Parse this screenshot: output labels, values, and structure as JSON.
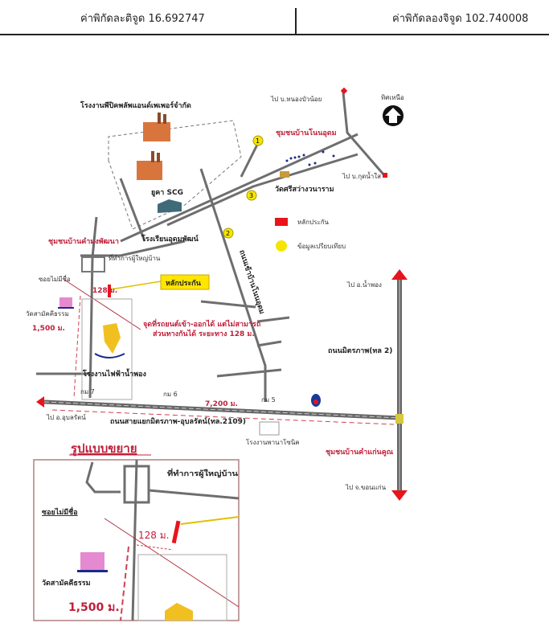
{
  "header": {
    "latitude_label": "ค่าพิกัดละติจูด 16.692747",
    "longitude_label": "ค่าพิกัดลองจิจูด 102.740008"
  },
  "map": {
    "north_label": "ทิศเหนือ",
    "factory_pulp": "โรงงานพีปิคพลัพแอนด์เพเพอร์จำกัด",
    "factory_scg": "ยูคา SCG",
    "to_nong_bua_noi": "ไป บ.หนองบัวน้อย",
    "community_non_udom": "ชุมชนบ้านโนนอุดม",
    "to_kut_nam_sai": "ไป บ.กุดน้ำใส",
    "temple_si_sawang": "วัดศรีสว่างวนาราม",
    "school": "โรงเรียนอุดมพัฒน์",
    "community_kham_mong": "ชุมชนบ้านคำมงพัฒนา",
    "village_office": "ที่ทำการผู้ใหญ่บ้าน",
    "unnamed_soi": "ซอยไม่มีชื่อ",
    "collateral_callout": "หลักประกัน",
    "dist_128": "128 ม.",
    "temple_samakkhi": "วัดสามัคคีธรรม",
    "dist_1500": "1,500 ม.",
    "note_line1": "จุดที่รถยนต์เข้า-ออกได้ แต่ไม่สามารถ",
    "note_line2": "ส่วนทางกันได้ ระยะทาง 128 ม.",
    "power_plant": "โรงงานไฟฟ้าน้ำพอง",
    "road_non_udom": "ถนนเข้าบ้านโนนอุดม",
    "km7": "กม 7",
    "km6": "กม 6",
    "km5": "กม 5",
    "dist_7200": "7,200 ม.",
    "to_ubolratana": "ไป อ.อุบลรัตน์",
    "road_2109": "ถนนสายแยกมิตรภาพ-อุบลรัตน์(ทล.2109)",
    "panasonic": "โรงงานพานาโซนิค",
    "to_nam_phong": "ไป อ.น้ำพอง",
    "road_mittraphap": "ถนนมิตรภาพ(ทล 2)",
    "community_kham_kaen_khun": "ชุมชนบ้านคำแก่นคูณ",
    "to_khon_kaen": "ไป จ.ขอนแก่น",
    "markers": [
      "1",
      "2",
      "3"
    ],
    "legend": [
      {
        "label": "หลักประกัน",
        "color": "#e8141b"
      },
      {
        "label": "ข้อมูลเปรียบเทียบ",
        "color": "#f5e600"
      }
    ]
  },
  "inset": {
    "title": "รูปแบบขยาย",
    "village_office": "ที่ทำการผู้ใหญ่บ้าน",
    "unnamed_soi": "ซอยไม่มีชื่อ",
    "dist_128": "128 ม.",
    "temple": "วัดสามัคคีธรรม",
    "dist_1500": "1,500 ม."
  }
}
